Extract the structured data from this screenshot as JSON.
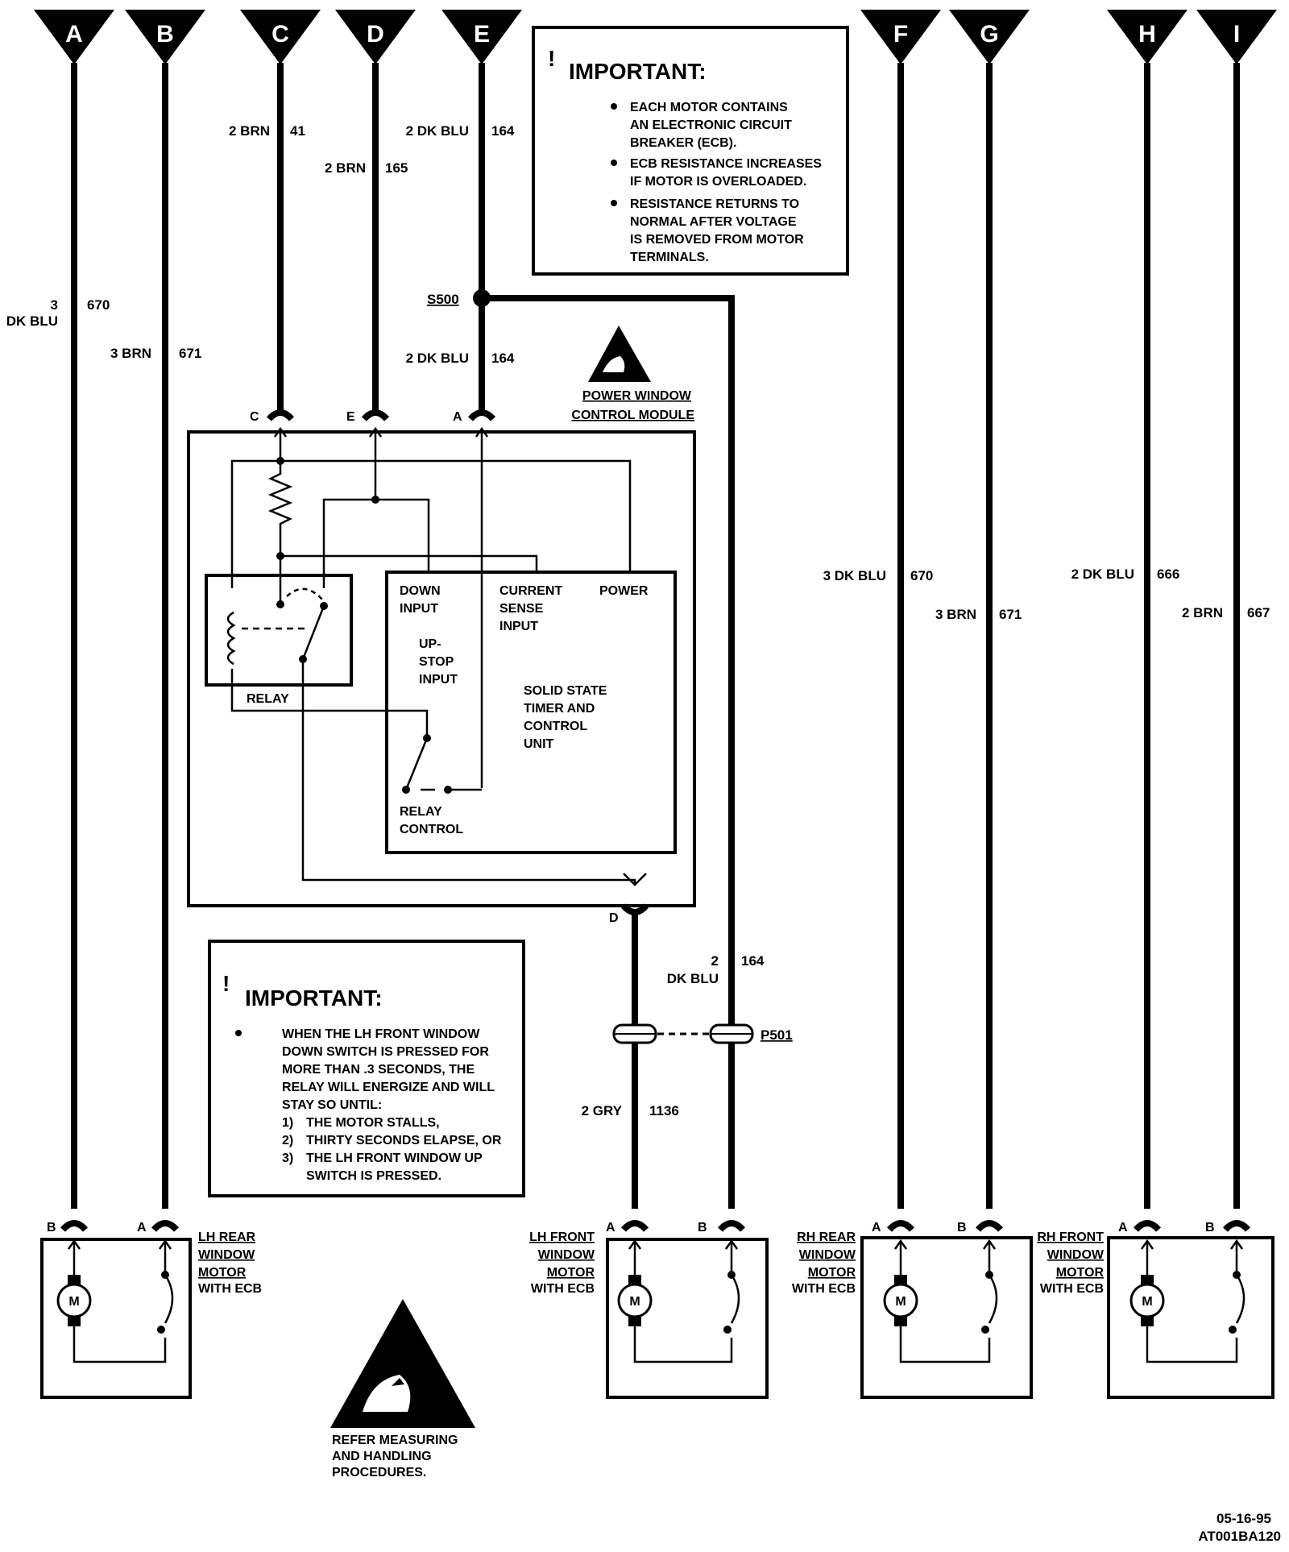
{
  "connectors": [
    {
      "letter": "A"
    },
    {
      "letter": "B"
    },
    {
      "letter": "C"
    },
    {
      "letter": "D"
    },
    {
      "letter": "E"
    },
    {
      "letter": "F"
    },
    {
      "letter": "G"
    },
    {
      "letter": "H"
    },
    {
      "letter": "I"
    }
  ],
  "wires": {
    "c_upper": "2 BRN",
    "c_upper_num": "41",
    "d_upper": "2 BRN",
    "d_upper_num": "165",
    "e_upper": "2 DK BLU",
    "e_upper_num": "164",
    "a_gauge": "3",
    "a_color": "DK BLU",
    "a_num": "670",
    "b_label": "3 BRN",
    "b_num": "671",
    "e_lower": "2 DK BLU",
    "e_lower_num": "164",
    "f_label": "3 DK BLU",
    "f_num": "670",
    "g_label": "3 BRN",
    "g_num": "671",
    "h_label": "2 DK BLU",
    "h_num": "666",
    "i_label": "2 BRN",
    "i_num": "667",
    "p501_gauge": "2",
    "p501_color": "DK BLU",
    "p501_num": "164",
    "gry_label": "2 GRY",
    "gry_num": "1136"
  },
  "splice": {
    "s500": "S500",
    "p501": "P501"
  },
  "important_top": {
    "title": "IMPORTANT:",
    "bullet1": [
      "EACH MOTOR CONTAINS",
      "AN ELECTRONIC CIRCUIT",
      "BREAKER (ECB)."
    ],
    "bullet2": [
      "ECB RESISTANCE INCREASES",
      "IF MOTOR IS OVERLOADED."
    ],
    "bullet3": [
      "RESISTANCE RETURNS TO",
      "NORMAL AFTER VOLTAGE",
      "IS REMOVED FROM MOTOR",
      "TERMINALS."
    ]
  },
  "important_bottom": {
    "title": "IMPORTANT:",
    "lines": [
      "WHEN THE LH FRONT WINDOW",
      "DOWN SWITCH IS PRESSED FOR",
      "MORE THAN .3 SECONDS, THE",
      "RELAY WILL ENERGIZE AND WILL",
      "STAY SO UNTIL:"
    ],
    "items": [
      {
        "num": "1)",
        "text": [
          "THE MOTOR STALLS,"
        ]
      },
      {
        "num": "2)",
        "text": [
          "THIRTY SECONDS ELAPSE, OR"
        ]
      },
      {
        "num": "3)",
        "text": [
          "THE LH FRONT WINDOW UP",
          "SWITCH IS PRESSED."
        ]
      }
    ]
  },
  "module": {
    "title1": "POWER WINDOW",
    "title2": "CONTROL MODULE",
    "term_c": "C",
    "term_e": "E",
    "term_a": "A",
    "term_d": "D",
    "relay": "RELAY",
    "down_input": [
      "DOWN",
      "INPUT"
    ],
    "current_sense": [
      "CURRENT",
      "SENSE",
      "INPUT"
    ],
    "power": "POWER",
    "up_stop": [
      "UP-",
      "STOP",
      "INPUT"
    ],
    "solid_state": [
      "SOLID STATE",
      "TIMER AND",
      "CONTROL",
      "UNIT"
    ],
    "relay_control": [
      "RELAY",
      "CONTROL"
    ]
  },
  "motors": [
    {
      "label": [
        "LH REAR",
        "WINDOW",
        "MOTOR"
      ],
      "sub": "WITH ECB",
      "t1": "B",
      "t2": "A",
      "m": "M"
    },
    {
      "label": [
        "LH FRONT",
        "WINDOW",
        "MOTOR"
      ],
      "sub": "WITH ECB",
      "t1": "A",
      "t2": "B",
      "m": "M"
    },
    {
      "label": [
        "RH REAR",
        "WINDOW",
        "MOTOR"
      ],
      "sub": "WITH ECB",
      "t1": "A",
      "t2": "B",
      "m": "M"
    },
    {
      "label": [
        "RH FRONT",
        "WINDOW",
        "MOTOR"
      ],
      "sub": "WITH ECB",
      "t1": "A",
      "t2": "B",
      "m": "M"
    }
  ],
  "esd_note": [
    "REFER MEASURING",
    "AND HANDLING",
    "PROCEDURES."
  ],
  "footer": {
    "date": "05-16-95",
    "code": "AT001BA120"
  }
}
